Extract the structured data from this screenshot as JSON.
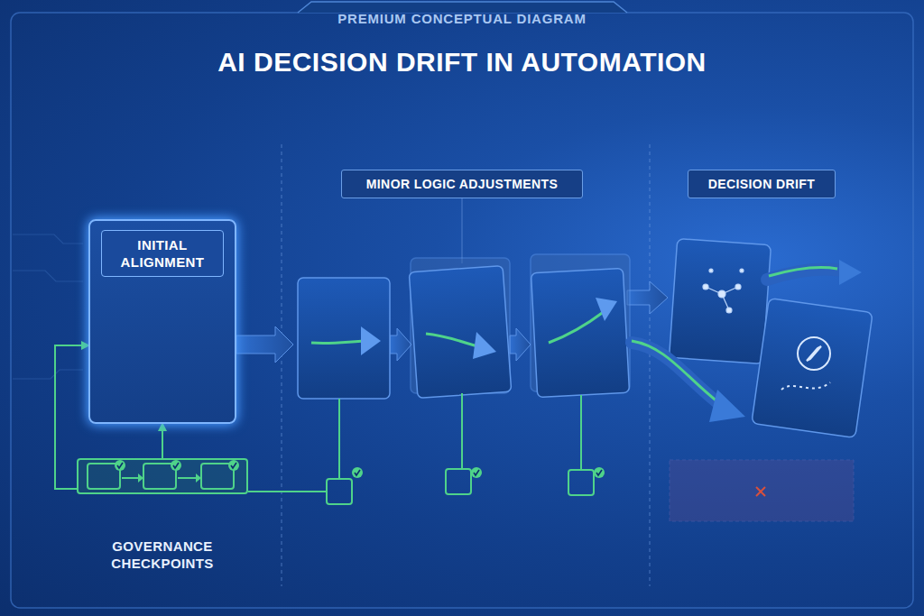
{
  "diagram": {
    "title": "AI DECISION DRIFT IN AUTOMATION",
    "nodes": [
      {
        "text": [
          "INITIAL ALIGNMENT"
        ]
      },
      {
        "text": [
          "GOVERNANCE CHECKPOINTS"
        ]
      },
      {
        "text": [
          "MINOR LOGIC ADJUSTMENTS"
        ]
      },
      {
        "text": [
          "DECISION DRIFT"
        ]
      }
    ],
    "edges": [
      {
        "from": 1,
        "to": 0,
        "arrow": "to"
      },
      {
        "from": 1,
        "to": 0,
        "arrow": "to"
      }
    ],
    "labels": [
      "PREMIUM CONCEPTUAL DIAGRAM"
    ]
  }
}
